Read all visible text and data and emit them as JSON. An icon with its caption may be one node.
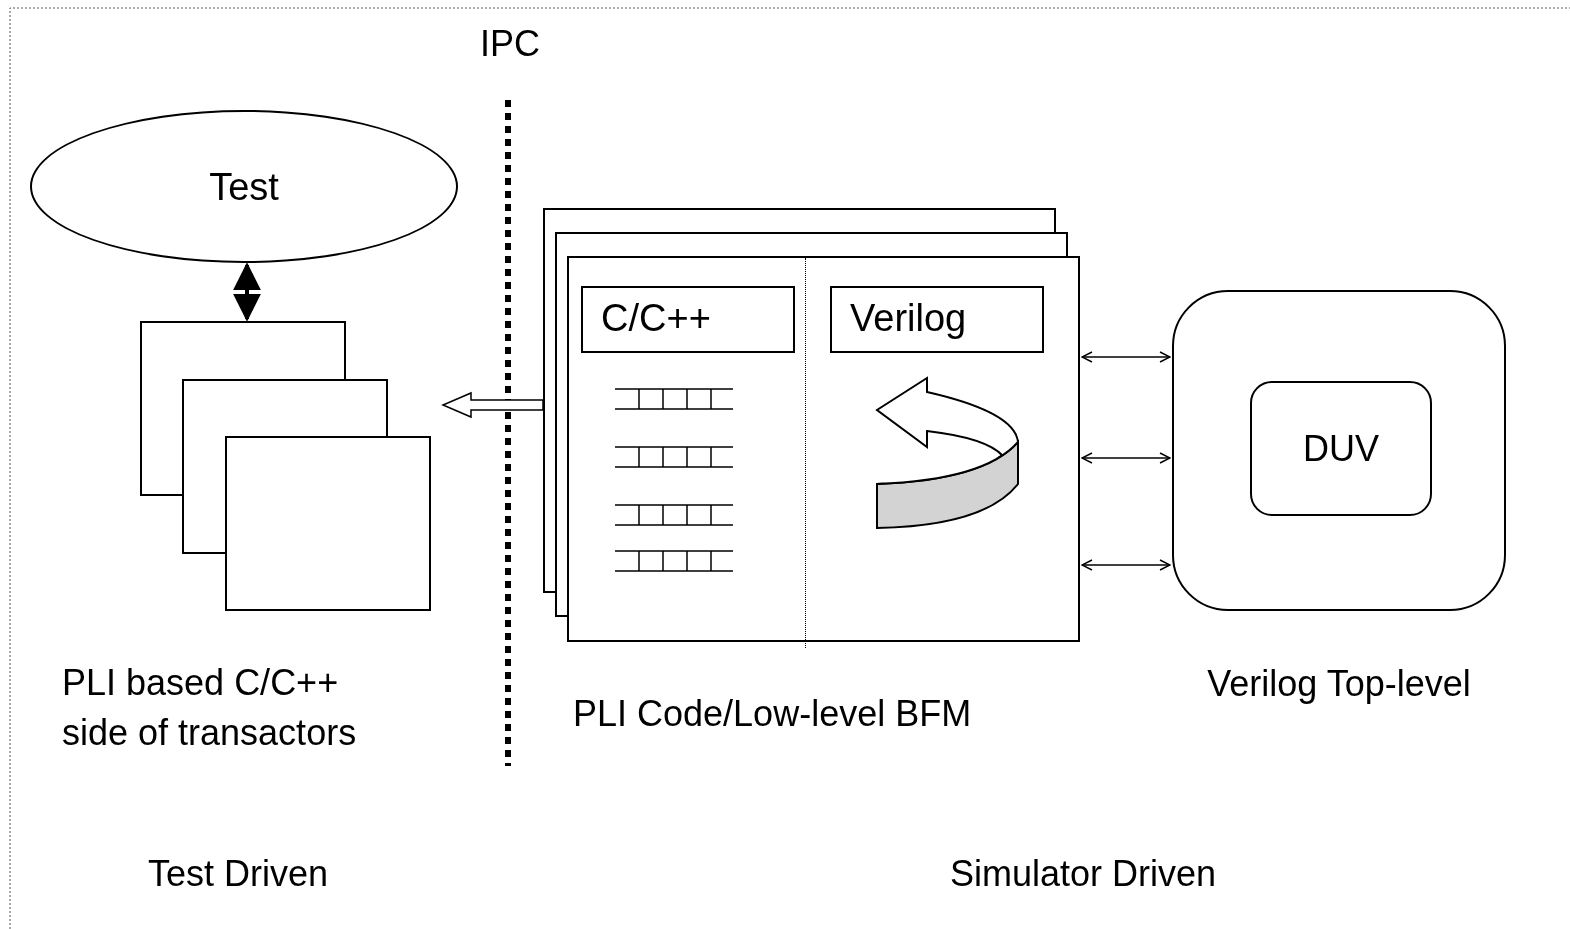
{
  "diagram": {
    "nodes": [
      {
        "text": [
          "Test"
        ]
      },
      {
        "text": [
          "PLI based C/C++ side of transactors"
        ]
      },
      {
        "text": [
          "PLI Code/Low-level BFM"
        ]
      },
      {
        "text": [
          "C/C++"
        ],
        "in": 2
      },
      {
        "text": [
          "Verilog"
        ],
        "in": 2
      },
      {
        "text": [
          "Verilog Top-level"
        ]
      },
      {
        "text": [
          "DUV"
        ],
        "in": 5
      }
    ],
    "edges": [
      {
        "from": 0,
        "to": 1,
        "arrow": "both",
        "style": "thick"
      },
      {
        "from": 2,
        "to": 1,
        "arrow": "to"
      },
      {
        "from": 2,
        "to": 5,
        "arrow": "both"
      },
      {
        "from": 2,
        "to": 5,
        "arrow": "both"
      },
      {
        "from": 2,
        "to": 5,
        "arrow": "both"
      }
    ],
    "labels": [
      "IPC",
      "Test Driven",
      "Simulator Driven"
    ]
  }
}
